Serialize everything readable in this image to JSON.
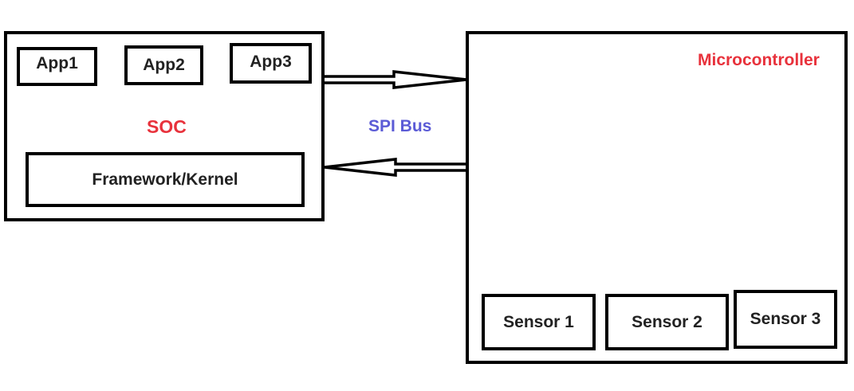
{
  "soc": {
    "title": "SOC",
    "apps": [
      "App1",
      "App2",
      "App3"
    ],
    "kernel": "Framework/Kernel"
  },
  "bus": {
    "label": "SPI Bus"
  },
  "microcontroller": {
    "title": "Microcontroller",
    "sensors": [
      "Sensor 1",
      "Sensor 2",
      "Sensor 3"
    ]
  },
  "colors": {
    "title_red": "#e8323c",
    "bus_blue": "#5b5bd6",
    "outline": "#000000"
  }
}
